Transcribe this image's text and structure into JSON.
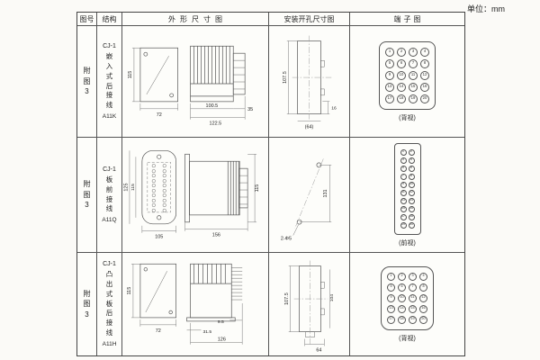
{
  "page": {
    "unit_label": "单位：mm"
  },
  "table": {
    "headers": {
      "figure": "图号",
      "structure": "结构",
      "outline": "外形尺寸图",
      "install": "安装开孔尺寸图",
      "terminal": "端子图"
    },
    "rows": [
      {
        "figure_no": "附图3",
        "model": "CJ-1",
        "structure_desc": "嵌入式后接线",
        "code": "A11K",
        "outline_dims": {
          "height": "115",
          "width": "72",
          "body_depth": "100.5",
          "total_depth": "122.5",
          "rear_depth": "35"
        },
        "install_dims": {
          "height": "107.5",
          "notch": "16",
          "width": "(64)"
        },
        "terminal": {
          "view_label": "(背视)",
          "cols": 4,
          "rows": 5,
          "circle": 10,
          "gap": 3,
          "numbers": [
            1,
            2,
            3,
            4,
            5,
            6,
            7,
            8,
            9,
            10,
            11,
            12,
            13,
            14,
            15,
            16,
            17,
            18,
            19,
            20
          ]
        }
      },
      {
        "figure_no": "附图3",
        "model": "CJ-1",
        "structure_desc": "板前接线",
        "code": "A11Q",
        "outline_dims": {
          "height": "125",
          "hole_spacing": "115",
          "width": "105",
          "depth": "156",
          "side_height": "115"
        },
        "install_dims": {
          "spacing": "131",
          "holes": "2-Φ5"
        },
        "terminal": {
          "view_label": "(前视)",
          "cols": 2,
          "rows": 10,
          "circle": 7,
          "gap": 2,
          "numbers": [
            1,
            2,
            3,
            4,
            5,
            6,
            7,
            8,
            9,
            10,
            11,
            12,
            13,
            14,
            15,
            16,
            17,
            18,
            19,
            20
          ]
        }
      },
      {
        "figure_no": "附图3",
        "model": "CJ-1",
        "structure_desc": "凸出式板后接线",
        "code": "A11H",
        "outline_dims": {
          "height": "115",
          "width": "72",
          "pin_len": "9.5",
          "flange": "31.5",
          "total_depth": "126"
        },
        "install_dims": {
          "height": "107.5",
          "inner_height": "104",
          "width": "64"
        },
        "terminal": {
          "view_label": "(背视)",
          "cols": 4,
          "rows": 5,
          "circle": 9,
          "gap": 3,
          "numbers": [
            1,
            2,
            3,
            4,
            5,
            6,
            7,
            8,
            9,
            10,
            11,
            12,
            13,
            14,
            15,
            16,
            17,
            18,
            19,
            20
          ]
        }
      }
    ]
  }
}
